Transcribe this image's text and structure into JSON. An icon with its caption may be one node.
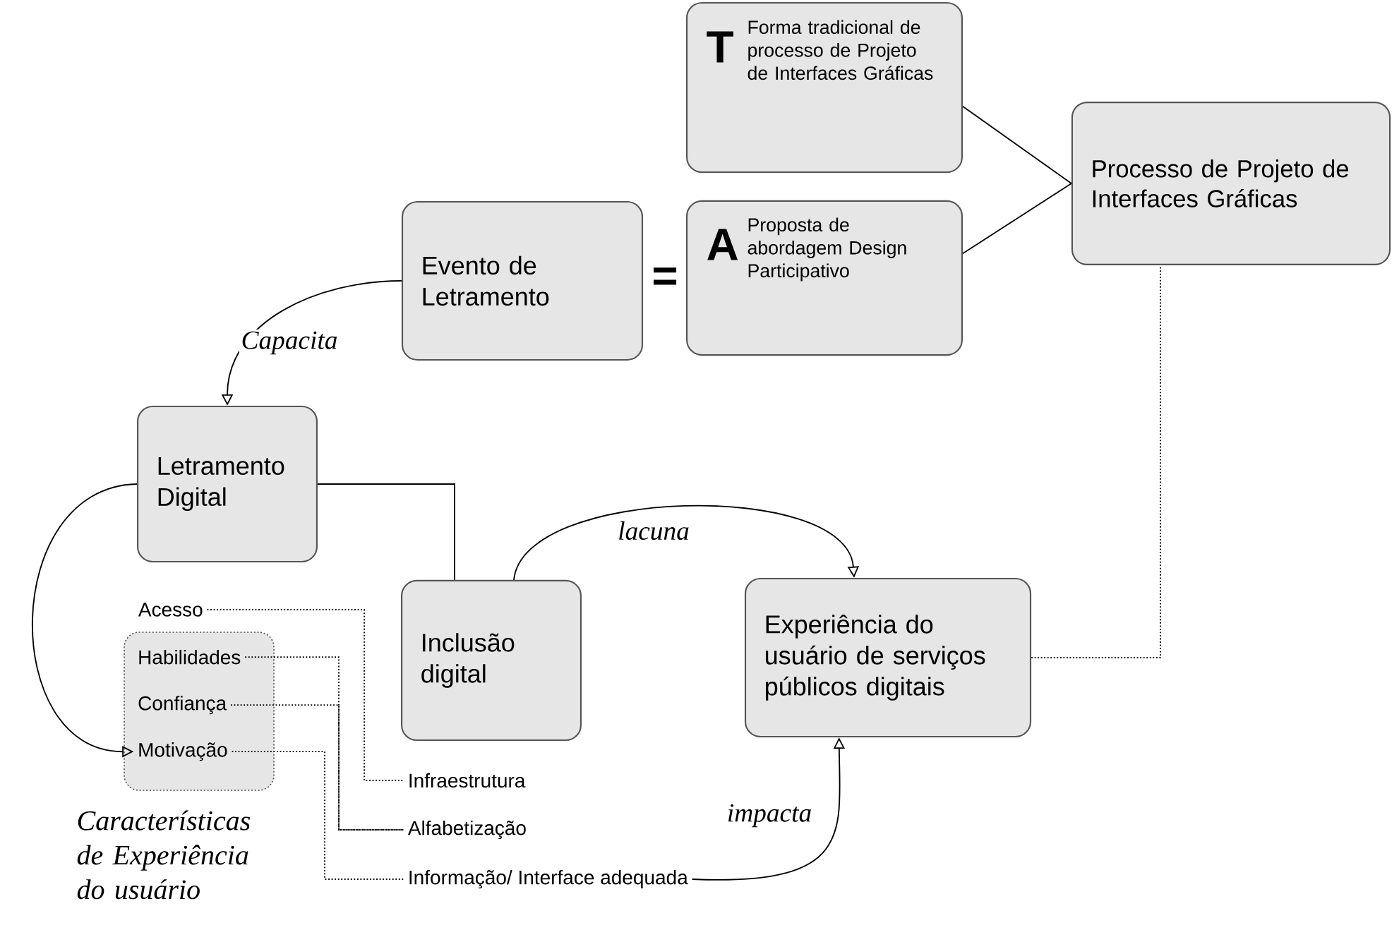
{
  "diagram": {
    "nodes": [
      {
        "text": [
          "T",
          "Forma tradicional de processo de Projeto de Interfaces Gráficas"
        ]
      },
      {
        "text": [
          "A",
          "Proposta de abordagem Design Participativo"
        ]
      },
      {
        "text": [
          "Processo de Projeto de Interfaces Gráficas"
        ]
      },
      {
        "text": [
          "Evento de Letramento"
        ]
      },
      {
        "text": [
          "Letramento Digital"
        ]
      },
      {
        "text": [
          "Inclusão digital"
        ]
      },
      {
        "text": [
          "Experiência do usuário de serviços públicos digitais"
        ]
      },
      {
        "text": [
          "Acesso"
        ]
      },
      {
        "text": [
          "Características de Experiência do usuário"
        ]
      },
      {
        "text": [
          "Habilidades"
        ],
        "in": 8
      },
      {
        "text": [
          "Confiança"
        ],
        "in": 8
      },
      {
        "text": [
          "Motivação"
        ],
        "in": 8
      },
      {
        "text": [
          "Infraestrutura"
        ]
      },
      {
        "text": [
          "Alfabetização"
        ]
      },
      {
        "text": [
          "Informação/ Interface adequada"
        ]
      }
    ],
    "edges": [
      {
        "from": 3,
        "to": 4,
        "arrow": "to",
        "label": "Capacita"
      },
      {
        "from": 4,
        "to": 5,
        "arrow": "none"
      },
      {
        "from": 4,
        "to": 11,
        "arrow": "to"
      },
      {
        "from": 5,
        "to": 6,
        "arrow": "to",
        "label": "lacuna"
      },
      {
        "from": 14,
        "to": 6,
        "arrow": "to",
        "label": "impacta"
      },
      {
        "from": 0,
        "to": 2,
        "arrow": "none"
      },
      {
        "from": 1,
        "to": 2,
        "arrow": "none"
      },
      {
        "from": 6,
        "to": 2,
        "arrow": "none",
        "style": "dashed"
      },
      {
        "from": 7,
        "to": 12,
        "arrow": "none",
        "style": "dashed"
      },
      {
        "from": 9,
        "to": 13,
        "arrow": "none",
        "style": "dashed"
      },
      {
        "from": 10,
        "to": 13,
        "arrow": "none",
        "style": "dashed"
      },
      {
        "from": 11,
        "to": 14,
        "arrow": "none",
        "style": "dashed"
      }
    ],
    "labels": [
      "="
    ]
  }
}
